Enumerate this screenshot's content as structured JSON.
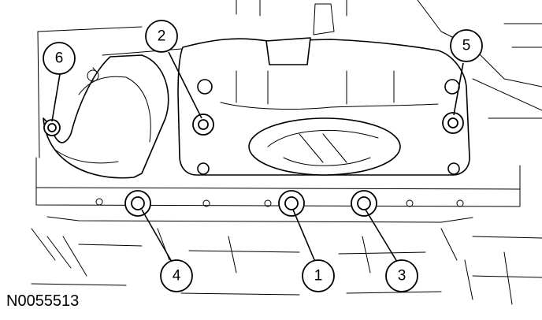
{
  "figure": {
    "id": "N0055513"
  },
  "callouts": [
    {
      "label": "1"
    },
    {
      "label": "2"
    },
    {
      "label": "3"
    },
    {
      "label": "4"
    },
    {
      "label": "5"
    },
    {
      "label": "6"
    }
  ],
  "colors": {
    "line": "#000000",
    "background": "#ffffff"
  }
}
